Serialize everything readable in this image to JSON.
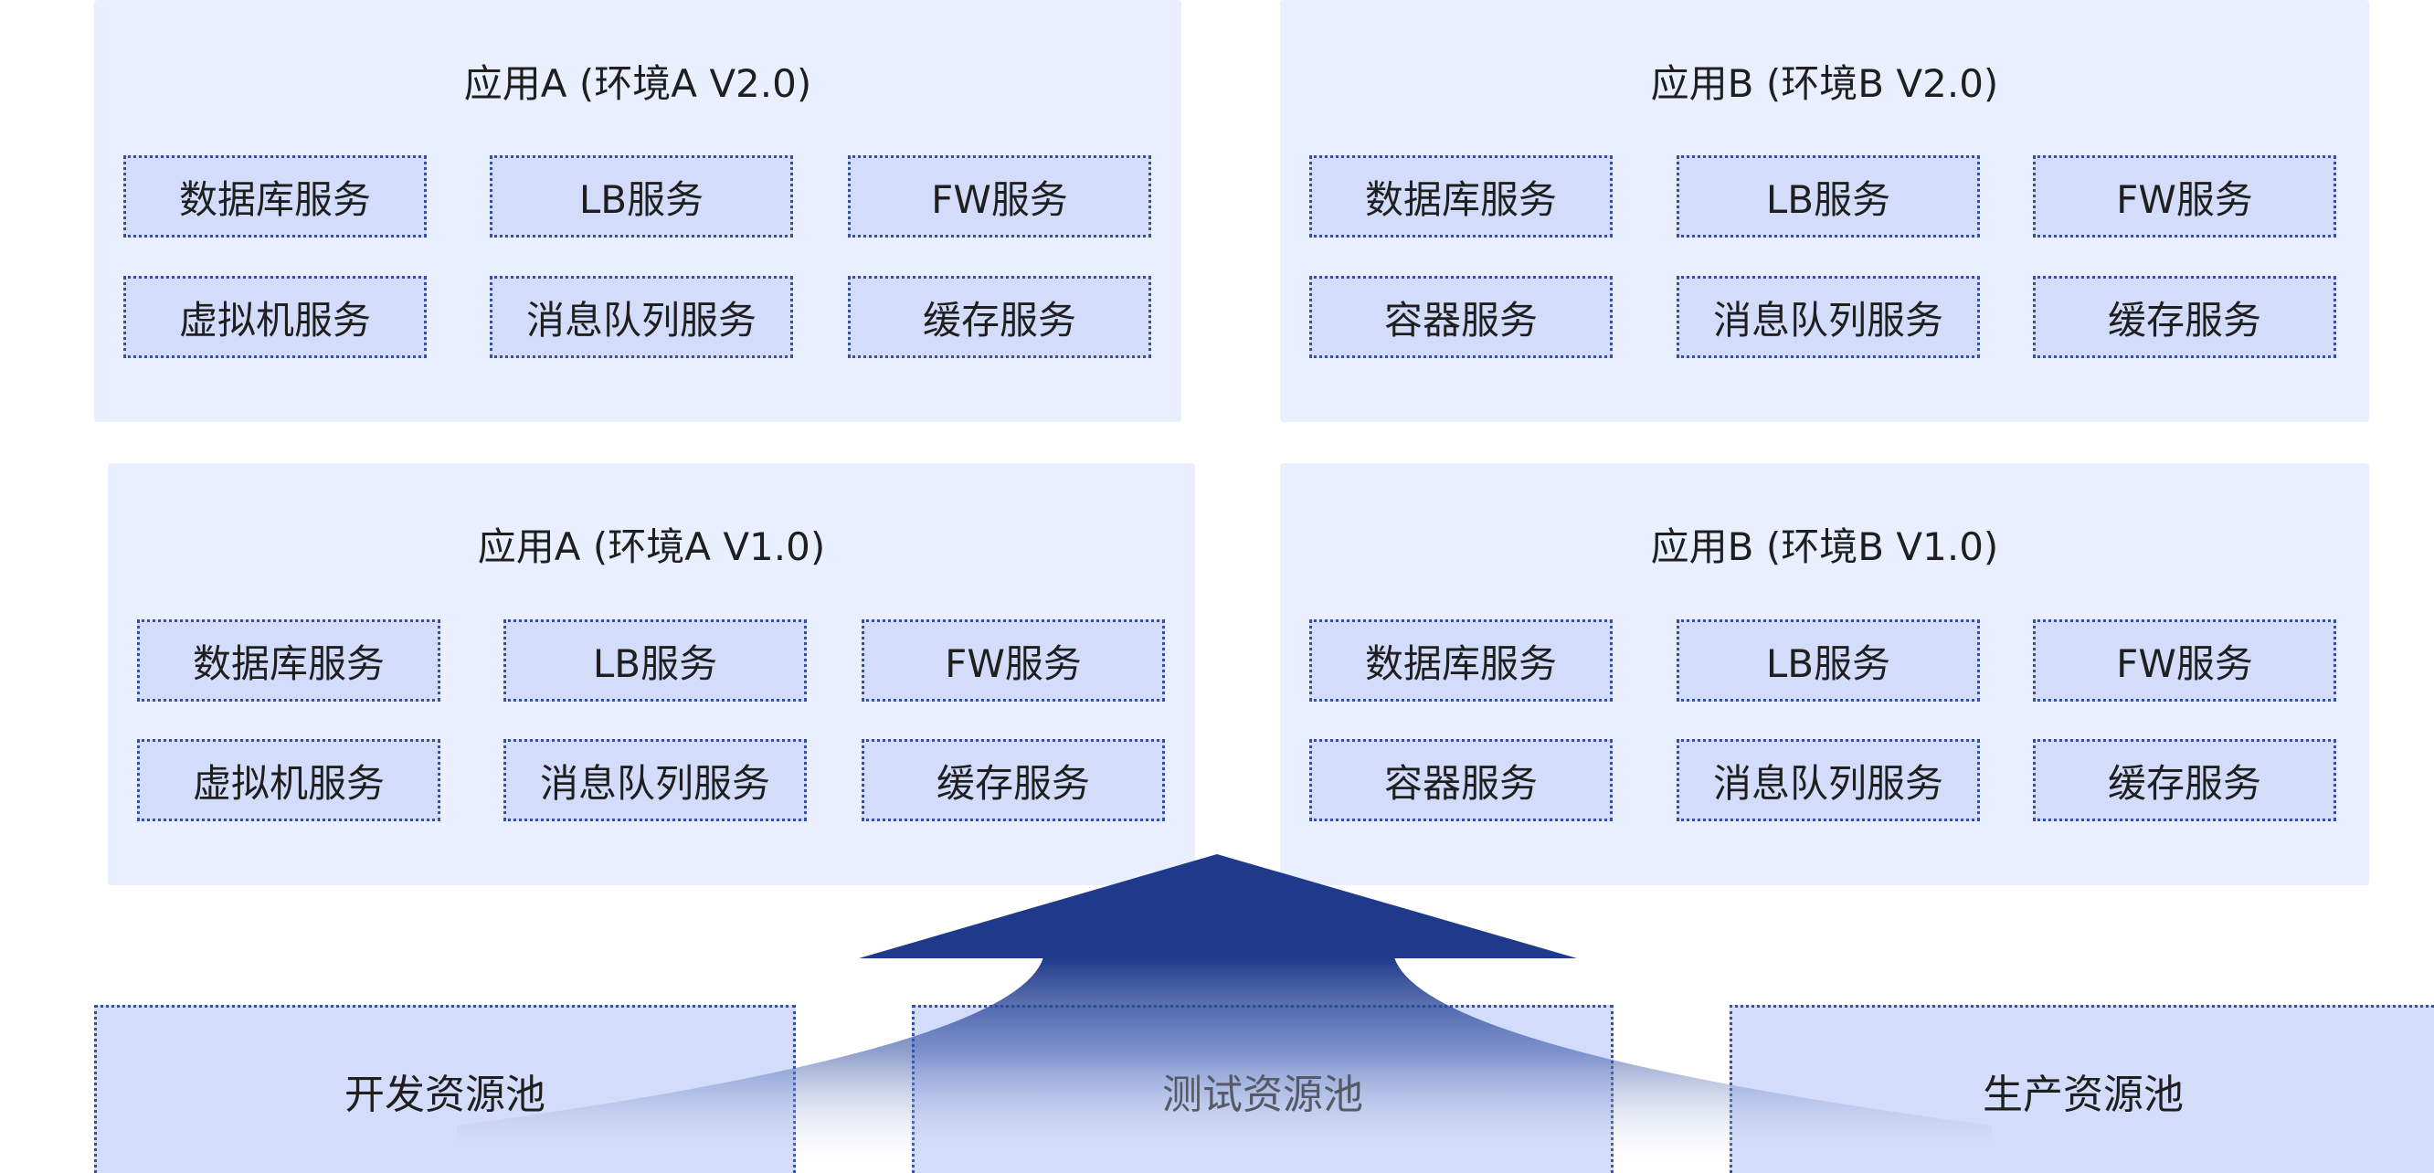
{
  "panels": [
    {
      "title": "应用A (环境A V2.0)",
      "services": [
        "数据库服务",
        "LB服务",
        "FW服务",
        "虚拟机服务",
        "消息队列服务",
        "缓存服务"
      ]
    },
    {
      "title": "应用B (环境B V2.0)",
      "services": [
        "数据库服务",
        "LB服务",
        "FW服务",
        "容器服务",
        "消息队列服务",
        "缓存服务"
      ]
    },
    {
      "title": "应用A (环境A V1.0)",
      "services": [
        "数据库服务",
        "LB服务",
        "FW服务",
        "虚拟机服务",
        "消息队列服务",
        "缓存服务"
      ]
    },
    {
      "title": "应用B (环境B V1.0)",
      "services": [
        "数据库服务",
        "LB服务",
        "FW服务",
        "容器服务",
        "消息队列服务",
        "缓存服务"
      ]
    }
  ],
  "pools": [
    "开发资源池",
    "测试资源池",
    "生产资源池"
  ],
  "colors": {
    "panel_bg": "#e9efff",
    "service_bg": "#d3ddfb",
    "service_border": "#3a4f9c",
    "arrow": "#1f3a8a"
  }
}
